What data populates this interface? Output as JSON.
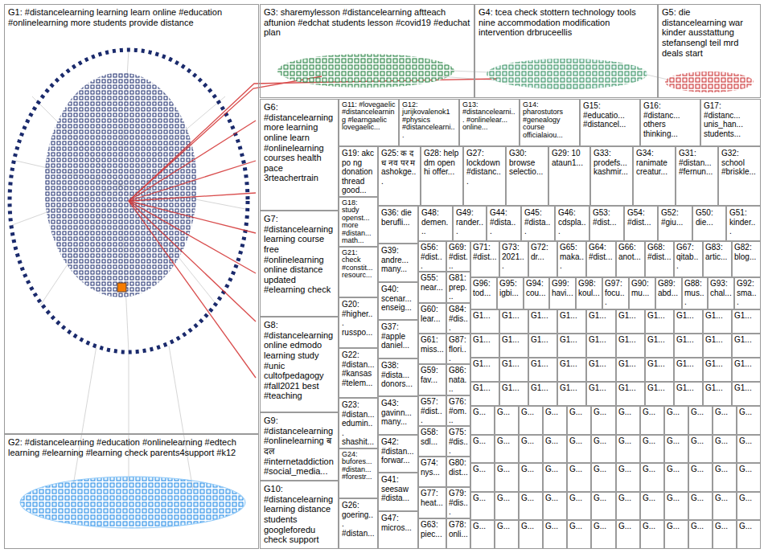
{
  "diagram": {
    "nodes": [
      {
        "text": [
          "G1: #distancelearning learning learn online #education #onlinelearning more students provide distance"
        ]
      },
      {
        "text": [
          "G2: #distancelearning #education #onlinelearning #edtech learning #elearning #learning check parents4support #k12"
        ]
      },
      {
        "text": [
          "G3: sharemylesson #distancelearning aftteach aftunion #edchat students lesson #covid19 #educhat plan"
        ]
      },
      {
        "text": [
          "G4: tcea check stottern technology tools nine accommodation modification intervention drbruceellis"
        ]
      },
      {
        "text": [
          "G5: die distancelearning war kinder ausstattung stefansengl teil mrd deals start"
        ]
      },
      {
        "text": [
          "G6: #distancelearning more learning online learn #onlinelearning courses health pace 3rteachertrain"
        ]
      },
      {
        "text": [
          "G7: #distancelearning learning course free #onlinelearning online distance updated #elearning check"
        ]
      },
      {
        "text": [
          "G8: #distancelearning online edmodo learning study #unic cultofpedagogy #fall2021 best #teaching"
        ]
      },
      {
        "text": [
          "G9: #distancelearning #onlinelearning ब दल #internetaddiction #social_media..."
        ]
      },
      {
        "text": [
          "G10: #distancelearning learning distance students googleforedu check support"
        ]
      },
      {
        "text": [
          "G11: #lovegaelic #distancelearning #learngaelic lovegaelic..."
        ]
      },
      {
        "text": [
          "G12: jurijkovalenok1 #physics #distancelearni..."
        ]
      },
      {
        "text": [
          "G13: #distancelearni... #onlinelear... online..."
        ]
      },
      {
        "text": [
          "G14: pharostutors #genealogy course officialaiou..."
        ]
      },
      {
        "text": [
          "G15: #educatio... #distancel..."
        ]
      },
      {
        "text": [
          "G16: #distanc... others thinking..."
        ]
      },
      {
        "text": [
          "G17: #distanc... unis_han... students..."
        ]
      },
      {
        "text": [
          "G19: akc po ng donation thread good..."
        ]
      },
      {
        "text": [
          "G18: study openst... more #distan... math..."
        ]
      },
      {
        "text": [
          "G21: check #constit... resourc..."
        ]
      },
      {
        "text": [
          "G20: #higher... russpo..."
        ]
      },
      {
        "text": [
          "G22: #distan... #kansas #telem..."
        ]
      },
      {
        "text": [
          "G23: #distan... edumin... shashit..."
        ]
      },
      {
        "text": [
          "G24: bufores... #distan... #forestr..."
        ]
      },
      {
        "text": [
          "G26: goering... #distan..."
        ]
      },
      {
        "text": [
          "G25: क द ध नव पर म ashokge..."
        ]
      },
      {
        "text": [
          "G28: help dm open hi offer..."
        ]
      },
      {
        "text": [
          "G27: lockdown #distanc..."
        ]
      },
      {
        "text": [
          "G30: browse selectio..."
        ]
      },
      {
        "text": [
          "G29: 10 ataun1..."
        ]
      },
      {
        "text": [
          "G33: prodefs... kashmir..."
        ]
      },
      {
        "text": [
          "G34: ranimate creatur..."
        ]
      },
      {
        "text": [
          "G31: #distan... #fernun..."
        ]
      },
      {
        "text": [
          "G32: school #briskle..."
        ]
      },
      {
        "text": [
          "G36: die berufli..."
        ]
      },
      {
        "text": [
          "G39: andre... many..."
        ]
      },
      {
        "text": [
          "G40: scenar... enseig..."
        ]
      },
      {
        "text": [
          "G37: #apple daniel..."
        ]
      },
      {
        "text": [
          "G38: #dista... donors..."
        ]
      },
      {
        "text": [
          "G43: gavinn... many..."
        ]
      },
      {
        "text": [
          "G42: #distan... forwar..."
        ]
      },
      {
        "text": [
          "G41: seesaw #dista..."
        ]
      },
      {
        "text": [
          "G47: micros..."
        ]
      },
      {
        "text": [
          "G48: demen..."
        ]
      },
      {
        "text": [
          "G49: rander..."
        ]
      },
      {
        "text": [
          "G44: #dista..."
        ]
      },
      {
        "text": [
          "G45: #dista..."
        ]
      },
      {
        "text": [
          "G46: cdspla..."
        ]
      },
      {
        "text": [
          "G53: #dist..."
        ]
      },
      {
        "text": [
          "G54: #dist..."
        ]
      },
      {
        "text": [
          "G52: #giu..."
        ]
      },
      {
        "text": [
          "G50: die..."
        ]
      },
      {
        "text": [
          "G51: kinder..."
        ]
      },
      {
        "text": [
          "G56: #dist..."
        ]
      },
      {
        "text": [
          "G55: near..."
        ]
      },
      {
        "text": [
          "G60: lear..."
        ]
      },
      {
        "text": [
          "G61: miss..."
        ]
      },
      {
        "text": [
          "G59: fav..."
        ]
      },
      {
        "text": [
          "G57: #dist..."
        ]
      },
      {
        "text": [
          "G58: sdl..."
        ]
      },
      {
        "text": [
          "G74: nys..."
        ]
      },
      {
        "text": [
          "G77: heat..."
        ]
      },
      {
        "text": [
          "G63: piec..."
        ]
      },
      {
        "text": [
          "G69: #dist..."
        ]
      },
      {
        "text": [
          "G81: prep..."
        ]
      },
      {
        "text": [
          "G84: #dis..."
        ]
      },
      {
        "text": [
          "G87: flori..."
        ]
      },
      {
        "text": [
          "G86: nata..."
        ]
      },
      {
        "text": [
          "G76: #om..."
        ]
      },
      {
        "text": [
          "G75: #dis..."
        ]
      },
      {
        "text": [
          "G80: dist..."
        ]
      },
      {
        "text": [
          "G79: #dis..."
        ]
      },
      {
        "text": [
          "G78: onli..."
        ]
      },
      {
        "text": [
          "G71: #dist..."
        ]
      },
      {
        "text": [
          "G73: 2021..."
        ]
      },
      {
        "text": [
          "G72: dr..."
        ]
      },
      {
        "text": [
          "G65: maka..."
        ]
      },
      {
        "text": [
          "G64: #dist..."
        ]
      },
      {
        "text": [
          "G66: anot..."
        ]
      },
      {
        "text": [
          "G68: #dist..."
        ]
      },
      {
        "text": [
          "G67: qitab..."
        ]
      },
      {
        "text": [
          "G83: artic..."
        ]
      },
      {
        "text": [
          "G82: blog..."
        ]
      },
      {
        "text": [
          "G96: tod..."
        ]
      },
      {
        "text": [
          "G95: igbi..."
        ]
      },
      {
        "text": [
          "G94: cou..."
        ]
      },
      {
        "text": [
          "G99: havi..."
        ]
      },
      {
        "text": [
          "G98: koul..."
        ]
      },
      {
        "text": [
          "G97: focu..."
        ]
      },
      {
        "text": [
          "G90: mu..."
        ]
      },
      {
        "text": [
          "G89: abd..."
        ]
      },
      {
        "text": [
          "G88: mus..."
        ]
      },
      {
        "text": [
          "G93: chal..."
        ]
      },
      {
        "text": [
          "G92: sma..."
        ]
      },
      {
        "text": [
          "G1..."
        ]
      },
      {
        "text": [
          "G1..."
        ]
      },
      {
        "text": [
          "G1..."
        ]
      },
      {
        "text": [
          "G1..."
        ]
      },
      {
        "text": [
          "G1..."
        ]
      },
      {
        "text": [
          "G1..."
        ]
      },
      {
        "text": [
          "G1..."
        ]
      },
      {
        "text": [
          "G1..."
        ]
      },
      {
        "text": [
          "G1..."
        ]
      },
      {
        "text": [
          "G1..."
        ]
      },
      {
        "text": [
          "G1..."
        ]
      },
      {
        "text": [
          "G1..."
        ]
      },
      {
        "text": [
          "G1..."
        ]
      },
      {
        "text": [
          "G1..."
        ]
      },
      {
        "text": [
          "G1..."
        ]
      },
      {
        "text": [
          "G1..."
        ]
      },
      {
        "text": [
          "G1..."
        ]
      },
      {
        "text": [
          "G1..."
        ]
      },
      {
        "text": [
          "G1..."
        ]
      },
      {
        "text": [
          "G1..."
        ]
      },
      {
        "text": [
          "G1..."
        ]
      },
      {
        "text": [
          "G1..."
        ]
      },
      {
        "text": [
          "G1..."
        ]
      },
      {
        "text": [
          "G1..."
        ]
      },
      {
        "text": [
          "G1..."
        ]
      },
      {
        "text": [
          "G1..."
        ]
      },
      {
        "text": [
          "G1..."
        ]
      },
      {
        "text": [
          "G1..."
        ]
      },
      {
        "text": [
          "G1..."
        ]
      },
      {
        "text": [
          "G1..."
        ]
      },
      {
        "text": [
          "G1..."
        ]
      },
      {
        "text": [
          "G1..."
        ]
      },
      {
        "text": [
          "G1..."
        ]
      },
      {
        "text": [
          "G1..."
        ]
      },
      {
        "text": [
          "G1..."
        ]
      },
      {
        "text": [
          "G1..."
        ]
      },
      {
        "text": [
          "G1..."
        ]
      },
      {
        "text": [
          "G1..."
        ]
      },
      {
        "text": [
          "G1..."
        ]
      },
      {
        "text": [
          "G1..."
        ]
      },
      {
        "text": [
          "G..."
        ]
      },
      {
        "text": [
          "G..."
        ]
      },
      {
        "text": [
          "G..."
        ]
      },
      {
        "text": [
          "G..."
        ]
      },
      {
        "text": [
          "G..."
        ]
      },
      {
        "text": [
          "G..."
        ]
      },
      {
        "text": [
          "G..."
        ]
      },
      {
        "text": [
          "G..."
        ]
      },
      {
        "text": [
          "G..."
        ]
      },
      {
        "text": [
          "G..."
        ]
      },
      {
        "text": [
          "G..."
        ]
      },
      {
        "text": [
          "G..."
        ]
      },
      {
        "text": [
          "G..."
        ]
      },
      {
        "text": [
          "G..."
        ]
      },
      {
        "text": [
          "G..."
        ]
      },
      {
        "text": [
          "G..."
        ]
      },
      {
        "text": [
          "G..."
        ]
      },
      {
        "text": [
          "G..."
        ]
      },
      {
        "text": [
          "G..."
        ]
      },
      {
        "text": [
          "G..."
        ]
      },
      {
        "text": [
          "G..."
        ]
      },
      {
        "text": [
          "G..."
        ]
      },
      {
        "text": [
          "G..."
        ]
      },
      {
        "text": [
          "G..."
        ]
      },
      {
        "text": [
          "G..."
        ]
      },
      {
        "text": [
          "G..."
        ]
      },
      {
        "text": [
          "G..."
        ]
      },
      {
        "text": [
          "G..."
        ]
      },
      {
        "text": [
          "G..."
        ]
      },
      {
        "text": [
          "G..."
        ]
      },
      {
        "text": [
          "G..."
        ]
      },
      {
        "text": [
          "G..."
        ]
      },
      {
        "text": [
          "G..."
        ]
      },
      {
        "text": [
          "G..."
        ]
      },
      {
        "text": [
          "G..."
        ]
      },
      {
        "text": [
          "G..."
        ]
      },
      {
        "text": [
          "G..."
        ]
      },
      {
        "text": [
          "G..."
        ]
      },
      {
        "text": [
          "G..."
        ]
      },
      {
        "text": [
          "G..."
        ]
      },
      {
        "text": [
          "G..."
        ]
      },
      {
        "text": [
          "G..."
        ]
      },
      {
        "text": [
          "G..."
        ]
      },
      {
        "text": [
          "G..."
        ]
      },
      {
        "text": [
          "G..."
        ]
      },
      {
        "text": [
          "G..."
        ]
      },
      {
        "text": [
          "G..."
        ]
      },
      {
        "text": [
          "G..."
        ]
      },
      {
        "text": [
          "G..."
        ]
      },
      {
        "text": [
          "G..."
        ]
      },
      {
        "text": [
          "G..."
        ]
      },
      {
        "text": [
          "G..."
        ]
      },
      {
        "text": [
          "G..."
        ]
      },
      {
        "text": [
          "G..."
        ]
      },
      {
        "text": [
          "G..."
        ]
      },
      {
        "text": [
          "G..."
        ]
      },
      {
        "text": [
          "G..."
        ]
      },
      {
        "text": [
          "G..."
        ]
      },
      {
        "text": [
          "G..."
        ]
      },
      {
        "text": [
          "G..."
        ]
      }
    ]
  }
}
